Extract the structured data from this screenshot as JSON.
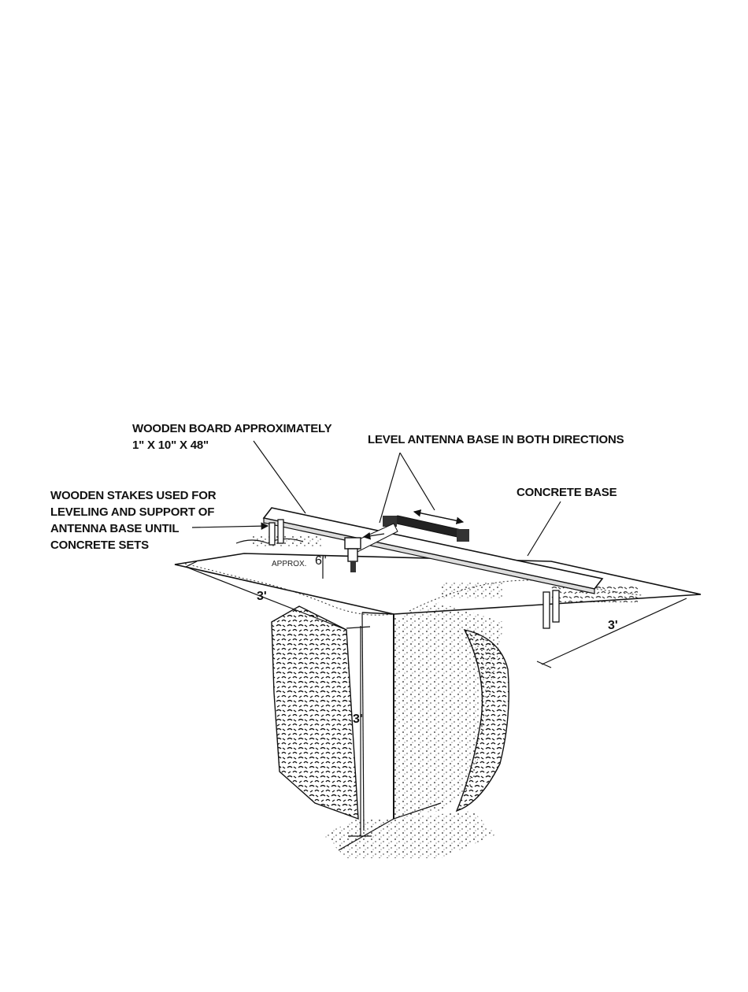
{
  "labels": {
    "board_line1": "WOODEN BOARD APPROXIMATELY",
    "board_line2": "1\" X 10\" X 48\"",
    "level": "LEVEL ANTENNA BASE IN BOTH DIRECTIONS",
    "stakes_line1": "WOODEN STAKES USED FOR",
    "stakes_line2": "LEVELING AND SUPPORT OF",
    "stakes_line3": "ANTENNA BASE UNTIL",
    "stakes_line4": "CONCRETE SETS",
    "concrete": "CONCRETE BASE",
    "approx_prefix": "APPROX.",
    "approx_value": "6\""
  },
  "dimensions": {
    "width_left": "3'",
    "width_right": "3'",
    "depth": "3'"
  }
}
